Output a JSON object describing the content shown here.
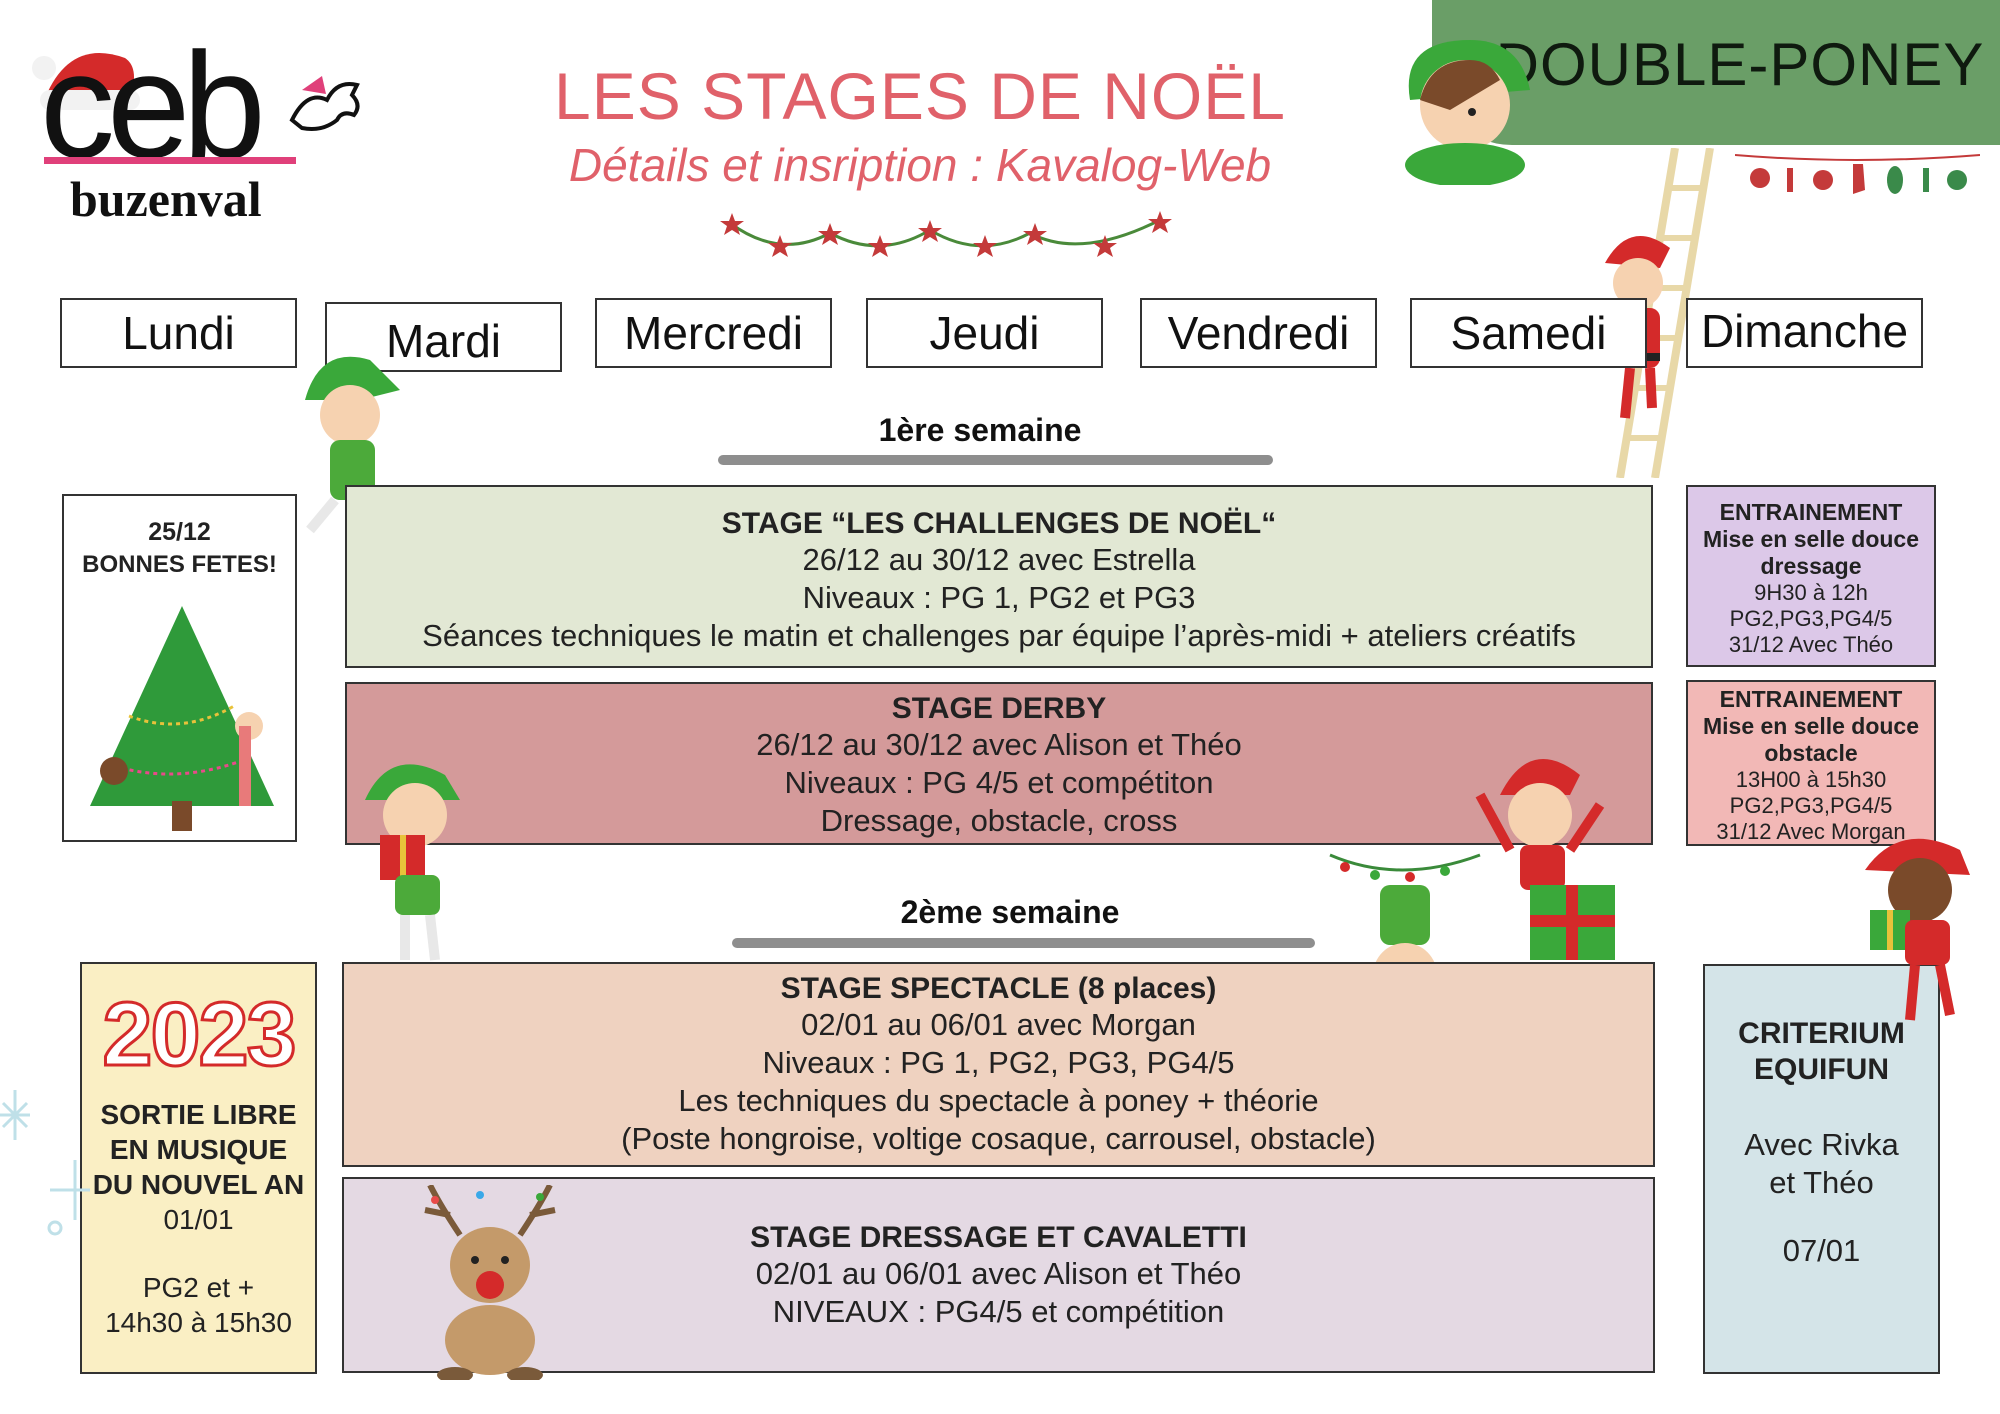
{
  "logo": {
    "mark": "ceb",
    "name": "buzenval"
  },
  "header": {
    "title": "LES STAGES DE NOËL",
    "subtitle": "Détails et insription : Kavalog-Web",
    "badge": "DOUBLE-PONEY"
  },
  "days": [
    "Lundi",
    "Mardi",
    "Mercredi",
    "Jeudi",
    "Vendredi",
    "Samedi",
    "Dimanche"
  ],
  "weeks": {
    "first": "1ère semaine",
    "second": "2ème semaine"
  },
  "week1": {
    "holiday": {
      "date": "25/12",
      "text": "BONNES FETES!"
    },
    "challenges": {
      "title": "STAGE “LES CHALLENGES DE NOËL“",
      "dates": "26/12 au 30/12 avec Estrella",
      "levels": "Niveaux : PG 1, PG2 et PG3",
      "details": "Séances techniques le matin et challenges par équipe l’après-midi + ateliers créatifs"
    },
    "derby": {
      "title": "STAGE DERBY",
      "dates": "26/12 au 30/12 avec Alison et Théo",
      "levels": "Niveaux : PG 4/5 et compétiton",
      "details": "Dressage, obstacle, cross"
    },
    "training_dressage": {
      "title1": "ENTRAINEMENT",
      "title2": "Mise en selle douce",
      "title3": "dressage",
      "time": "9H30 à 12h",
      "levels": "PG2,PG3,PG4/5",
      "date": "31/12 Avec Théo"
    },
    "training_obstacle": {
      "title1": "ENTRAINEMENT",
      "title2": "Mise en selle douce",
      "title3": "obstacle",
      "time": "13H00 à 15h30",
      "levels": "PG2,PG3,PG4/5",
      "date": "31/12 Avec Morgan"
    }
  },
  "week2": {
    "newyear": {
      "year": "2023",
      "line1": "SORTIE LIBRE",
      "line2": "EN MUSIQUE",
      "line3": "DU NOUVEL AN",
      "date": "01/01",
      "levels": "PG2 et +",
      "time": "14h30 à 15h30"
    },
    "spectacle": {
      "title": "STAGE SPECTACLE (8 places)",
      "dates": "02/01 au 06/01 avec Morgan",
      "levels": "Niveaux  : PG 1, PG2, PG3, PG4/5",
      "details": "Les techniques du spectacle à poney + théorie",
      "details2": "(Poste hongroise, voltige cosaque, carrousel, obstacle)"
    },
    "dressage": {
      "title": "STAGE DRESSAGE ET CAVALETTI",
      "dates": "02/01 au 06/01 avec Alison et Théo",
      "levels": "NIVEAUX : PG4/5 et compétition"
    },
    "criterium": {
      "title1": "CRITERIUM",
      "title2": "EQUIFUN",
      "with1": "Avec Rivka",
      "with2": "et Théo",
      "date": "07/01"
    }
  },
  "colors": {
    "title": "#e0616a",
    "badge": "#6a9e67",
    "challenges_bg": "#e2e8d4",
    "derby_bg": "#d49a9a",
    "training_dressage_bg": "#dcc8e8",
    "training_obstacle_bg": "#f2b8b6",
    "spectacle_bg": "#efd2c0",
    "dressage_bg": "#e4d9e3",
    "newyear_bg": "#faefc4",
    "criterium_bg": "#d4e4e8"
  }
}
